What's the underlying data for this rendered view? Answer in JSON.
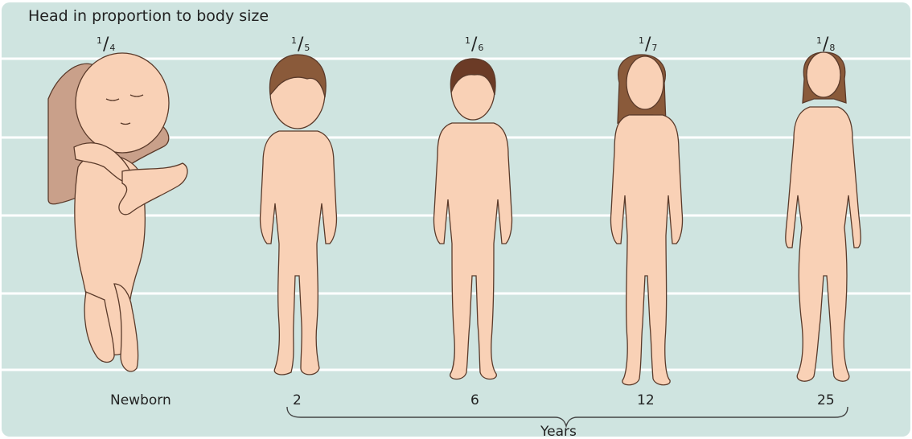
{
  "title": "Head in proportion to body size",
  "figures": [
    {
      "id": "newborn",
      "fraction_num": "1",
      "fraction_den": "4",
      "age_label": "Newborn"
    },
    {
      "id": "age2",
      "fraction_num": "1",
      "fraction_den": "5",
      "age_label": "2"
    },
    {
      "id": "age6",
      "fraction_num": "1",
      "fraction_den": "6",
      "age_label": "6"
    },
    {
      "id": "age12",
      "fraction_num": "1",
      "fraction_den": "7",
      "age_label": "12"
    },
    {
      "id": "age25",
      "fraction_num": "1",
      "fraction_den": "8",
      "age_label": "25"
    }
  ],
  "brace_label": "Years",
  "colors": {
    "panel": "#cfe4e0",
    "band_line": "#ffffff",
    "skin": "#f9d1b6",
    "skin_outline": "#5a3a2a",
    "hair_brown": "#8a5a3a",
    "hair_dark": "#6b3b26",
    "hand": "#c9a08a"
  }
}
